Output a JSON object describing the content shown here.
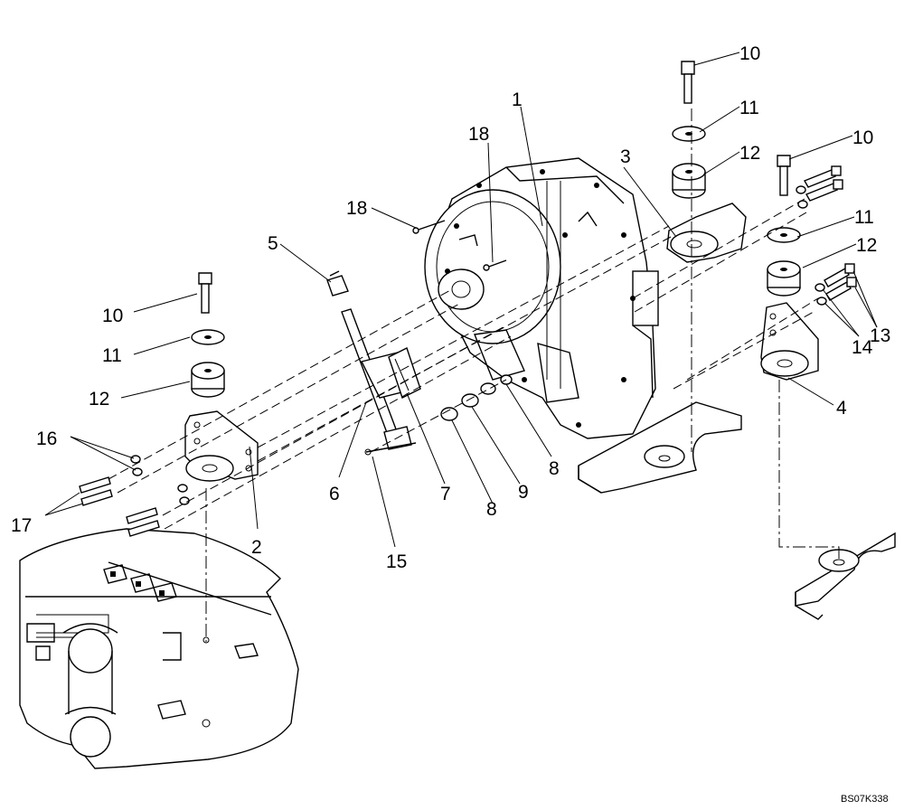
{
  "drawing_code": "BS07K338",
  "callouts": [
    {
      "id": "c1",
      "label": "1"
    },
    {
      "id": "c2",
      "label": "2"
    },
    {
      "id": "c3",
      "label": "3"
    },
    {
      "id": "c4",
      "label": "4"
    },
    {
      "id": "c5",
      "label": "5"
    },
    {
      "id": "c6",
      "label": "6"
    },
    {
      "id": "c7",
      "label": "7"
    },
    {
      "id": "c8a",
      "label": "8"
    },
    {
      "id": "c8b",
      "label": "8"
    },
    {
      "id": "c9",
      "label": "9"
    },
    {
      "id": "c10a",
      "label": "10"
    },
    {
      "id": "c10b",
      "label": "10"
    },
    {
      "id": "c10c",
      "label": "10"
    },
    {
      "id": "c11a",
      "label": "11"
    },
    {
      "id": "c11b",
      "label": "11"
    },
    {
      "id": "c11c",
      "label": "11"
    },
    {
      "id": "c12a",
      "label": "12"
    },
    {
      "id": "c12b",
      "label": "12"
    },
    {
      "id": "c12c",
      "label": "12"
    },
    {
      "id": "c13",
      "label": "13"
    },
    {
      "id": "c14",
      "label": "14"
    },
    {
      "id": "c15",
      "label": "15"
    },
    {
      "id": "c16",
      "label": "16"
    },
    {
      "id": "c17",
      "label": "17"
    },
    {
      "id": "c18a",
      "label": "18"
    },
    {
      "id": "c18b",
      "label": "18"
    }
  ]
}
